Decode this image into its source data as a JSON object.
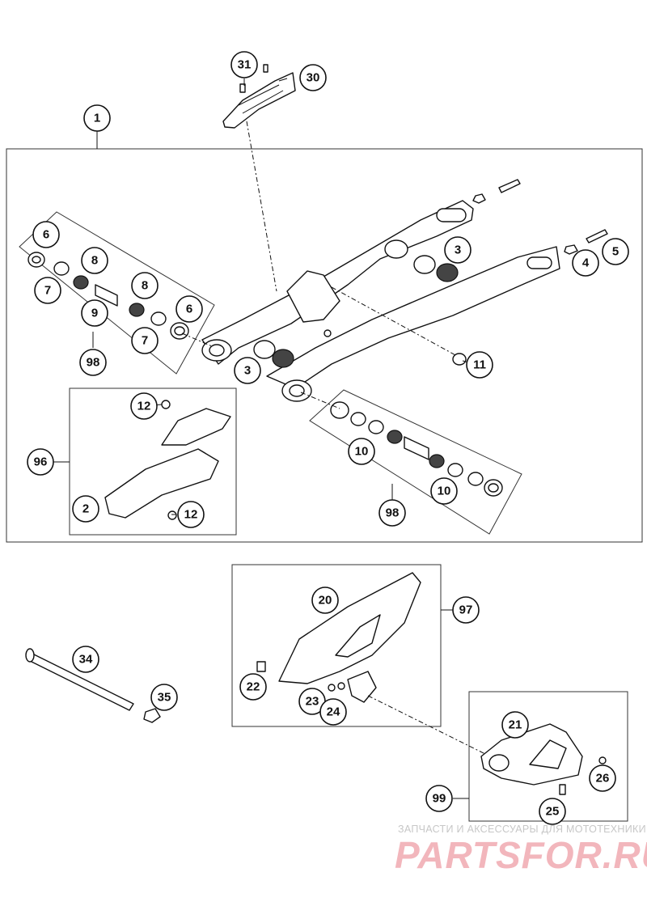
{
  "callouts": [
    {
      "label": "1"
    },
    {
      "label": "2"
    },
    {
      "label": "3"
    },
    {
      "label": "3"
    },
    {
      "label": "4"
    },
    {
      "label": "5"
    },
    {
      "label": "6"
    },
    {
      "label": "6"
    },
    {
      "label": "7"
    },
    {
      "label": "7"
    },
    {
      "label": "8"
    },
    {
      "label": "8"
    },
    {
      "label": "9"
    },
    {
      "label": "10"
    },
    {
      "label": "10"
    },
    {
      "label": "11"
    },
    {
      "label": "12"
    },
    {
      "label": "12"
    },
    {
      "label": "20"
    },
    {
      "label": "21"
    },
    {
      "label": "22"
    },
    {
      "label": "23"
    },
    {
      "label": "24"
    },
    {
      "label": "25"
    },
    {
      "label": "26"
    },
    {
      "label": "30"
    },
    {
      "label": "31"
    },
    {
      "label": "34"
    },
    {
      "label": "35"
    },
    {
      "label": "96"
    },
    {
      "label": "97"
    },
    {
      "label": "98"
    },
    {
      "label": "98"
    },
    {
      "label": "99"
    }
  ],
  "watermark": {
    "tagline": "ЗАПЧАСТИ И АКСЕССУАРЫ ДЛЯ МОТОТЕХНИКИ",
    "brand": "PARTSFOR.RU"
  },
  "colors": {
    "line": "#111111",
    "watermark": "#f2b6bc",
    "watermark_tagline": "#c7c7c7"
  }
}
